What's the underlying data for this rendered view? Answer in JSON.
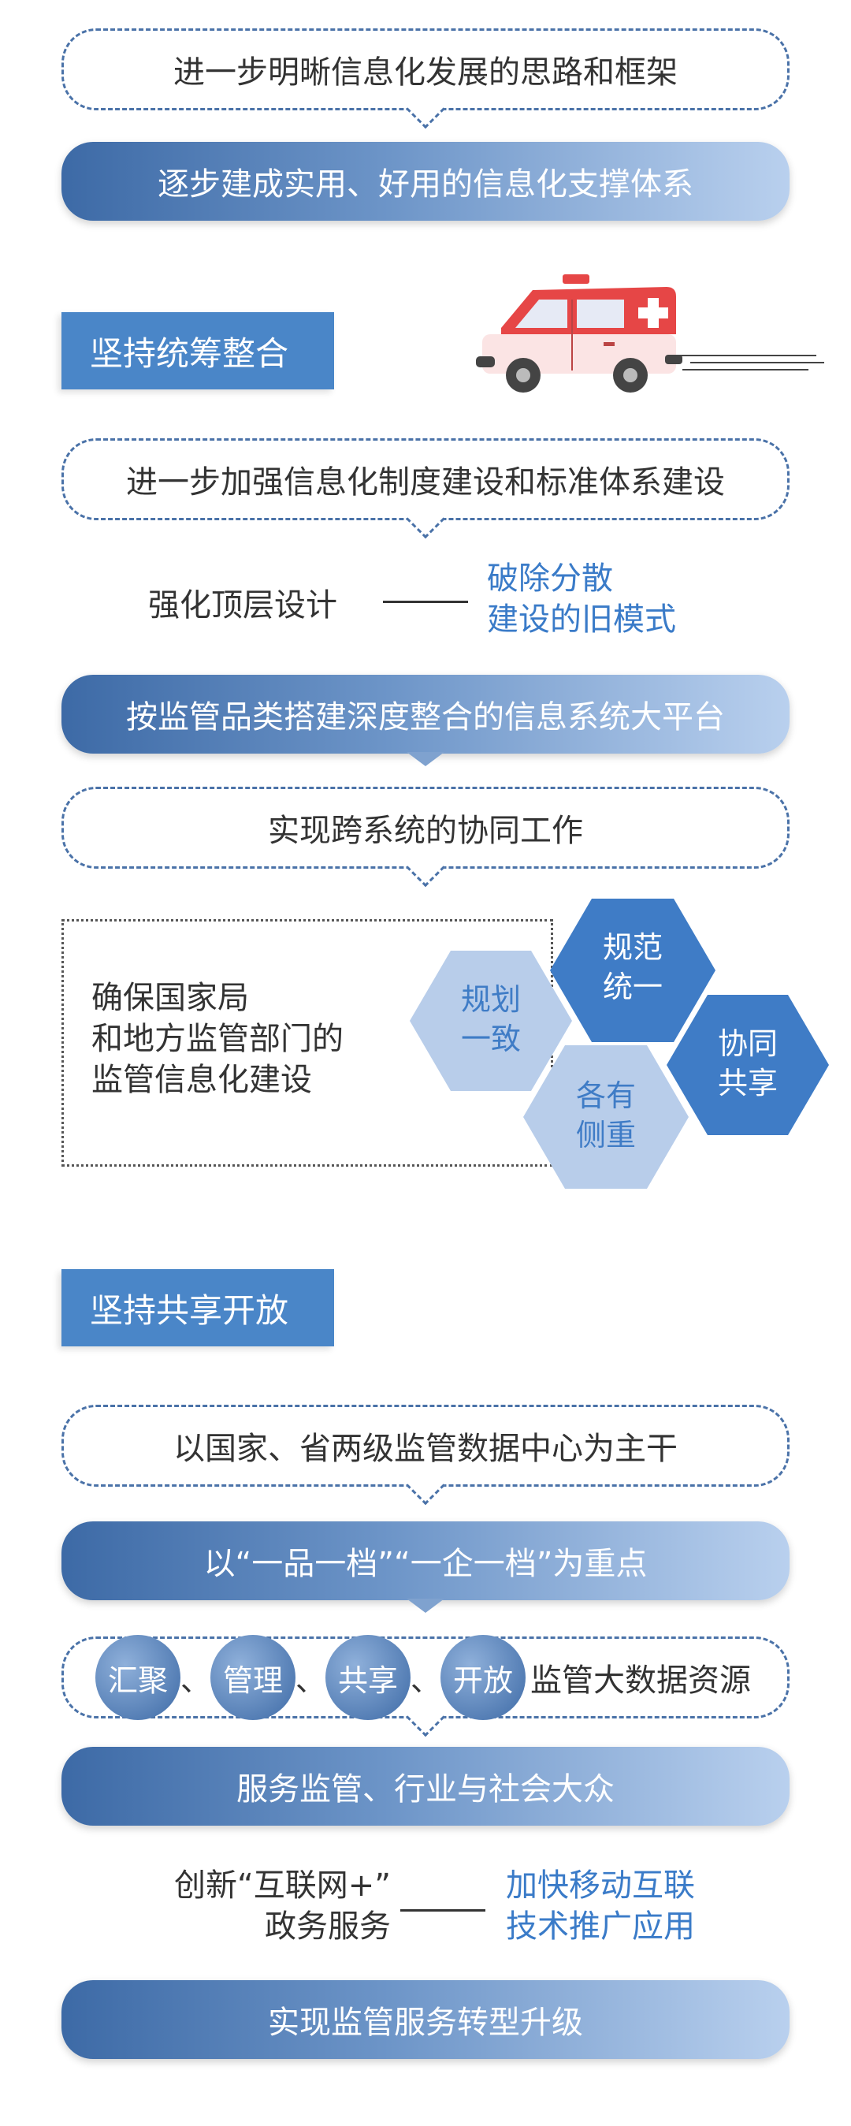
{
  "top": {
    "dash1": "进一步明晰信息化发展的思路和框架",
    "pill1": "逐步建成实用、好用的信息化支撑体系"
  },
  "section1": {
    "tag": "坚持统筹整合",
    "dash2": "进一步加强信息化制度建设和标准体系建设",
    "left_text": "强化顶层设计",
    "right_line1": "破除分散",
    "right_line2": "建设的旧模式",
    "pill2": "按监管品类搭建深度整合的信息系统大平台",
    "dash3": "实现跨系统的协同工作",
    "box_line1": "确保国家局",
    "box_line2": "和地方监管部门的",
    "box_line3": "监管信息化建设",
    "hex1": [
      "规划",
      "一致"
    ],
    "hex2": [
      "规范",
      "统一"
    ],
    "hex3": [
      "各有",
      "侧重"
    ],
    "hex4": [
      "协同",
      "共享"
    ]
  },
  "section2": {
    "tag": "坚持共享开放",
    "dash4": "以国家、省两级监管数据中心为主干",
    "pill3": "以“一品一档”“一企一档”为重点",
    "circles": [
      "汇聚",
      "管理",
      "共享",
      "开放"
    ],
    "sep": "、",
    "dash5_tail": "监管大数据资源",
    "pill4": "服务监管、行业与社会大众",
    "left_line1": "创新“互联网+”",
    "left_line2": "政务服务",
    "right_line1": "加快移动互联",
    "right_line2": "技术推广应用",
    "pill5": "实现监管服务转型升级"
  },
  "colors": {
    "accent": "#4a86c8",
    "hex_light": "#b8cdea",
    "hex_dark": "#3f7cc6",
    "text_blue": "#3a7bc8"
  },
  "icons": [
    "ambulance-icon"
  ]
}
